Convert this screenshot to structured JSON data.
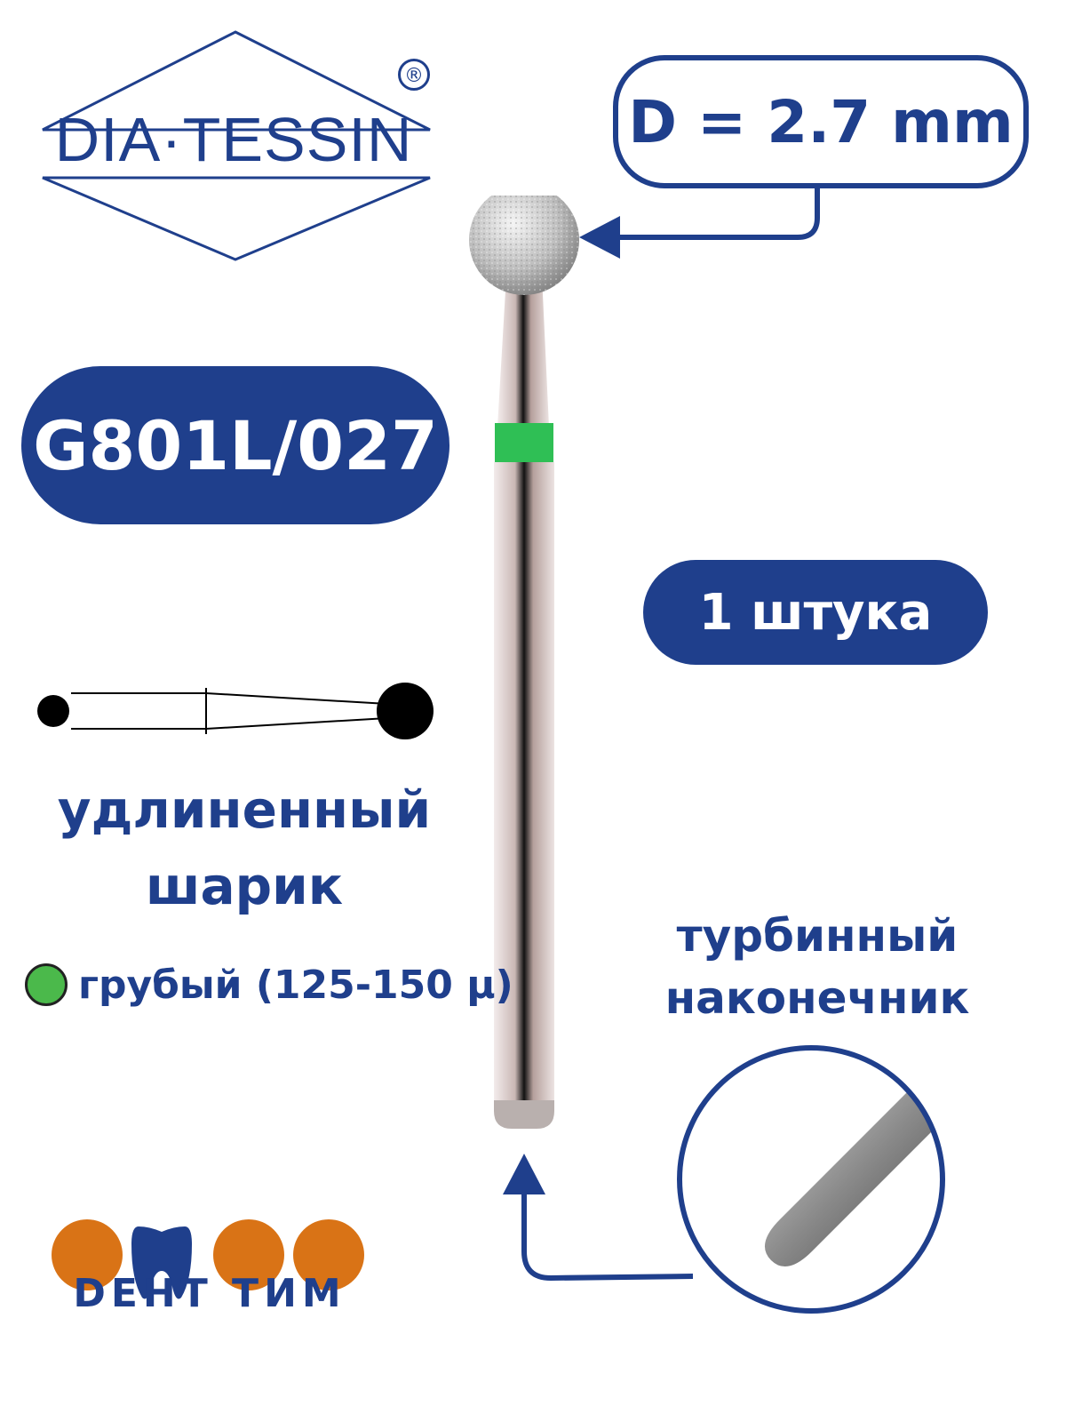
{
  "brand": {
    "name": "DIA·TESSIN",
    "trademark": "®"
  },
  "diameter": {
    "label": "D = 2.7 mm"
  },
  "model": {
    "code": "G801L/027"
  },
  "quantity": {
    "label": "1 штука"
  },
  "shape": {
    "line1": "удлиненный",
    "line2": "шарик"
  },
  "grit": {
    "label": "грубый (125-150 μ)",
    "color": "#4bb94b"
  },
  "shank": {
    "line1": "турбинный",
    "line2": "наконечник"
  },
  "seller": {
    "name": "DEНТ ТИМ",
    "dot_color": "#d97316",
    "tooth_color": "#1f3f8c"
  },
  "colors": {
    "brand_blue": "#1f3f8c",
    "ring_green": "#2fbf55"
  }
}
